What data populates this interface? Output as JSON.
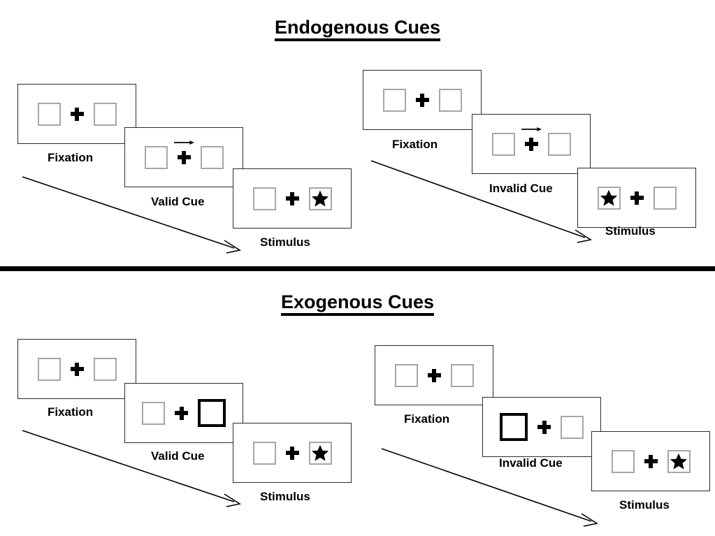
{
  "sections": [
    {
      "id": "endogenous",
      "title": "Endogenous Cues",
      "sequences": [
        {
          "id": "endogenous-valid",
          "frames": [
            {
              "label": "Fixation",
              "cue": "none",
              "left_content": "empty",
              "right_content": "empty"
            },
            {
              "label": "Valid Cue",
              "cue": "arrow-right",
              "left_content": "empty",
              "right_content": "empty"
            },
            {
              "label": "Stimulus",
              "cue": "none",
              "left_content": "empty",
              "right_content": "star"
            }
          ]
        },
        {
          "id": "endogenous-invalid",
          "frames": [
            {
              "label": "Fixation",
              "cue": "none",
              "left_content": "empty",
              "right_content": "empty"
            },
            {
              "label": "Invalid Cue",
              "cue": "arrow-right",
              "left_content": "empty",
              "right_content": "empty"
            },
            {
              "label": "Stimulus",
              "cue": "none",
              "left_content": "star",
              "right_content": "empty"
            }
          ]
        }
      ]
    },
    {
      "id": "exogenous",
      "title": "Exogenous Cues",
      "sequences": [
        {
          "id": "exogenous-valid",
          "frames": [
            {
              "label": "Fixation",
              "cue": "none",
              "left_content": "empty",
              "right_content": "empty"
            },
            {
              "label": "Valid Cue",
              "cue": "box-flash-right",
              "left_content": "empty",
              "right_content": "empty"
            },
            {
              "label": "Stimulus",
              "cue": "none",
              "left_content": "empty",
              "right_content": "star"
            }
          ]
        },
        {
          "id": "exogenous-invalid",
          "frames": [
            {
              "label": "Fixation",
              "cue": "none",
              "left_content": "empty",
              "right_content": "empty"
            },
            {
              "label": "Invalid Cue",
              "cue": "box-flash-left",
              "left_content": "empty",
              "right_content": "empty"
            },
            {
              "label": "Stimulus",
              "cue": "none",
              "left_content": "empty",
              "right_content": "star"
            }
          ]
        }
      ]
    }
  ],
  "labels": {
    "fixation": "Fixation",
    "valid_cue": "Valid Cue",
    "invalid_cue": "Invalid Cue",
    "stimulus": "Stimulus"
  },
  "colors": {
    "frame_border": "#2b2b2b",
    "box_border": "#a6a6a6",
    "cued_box_border": "#000000",
    "ink": "#000000",
    "background": "#ffffff"
  }
}
